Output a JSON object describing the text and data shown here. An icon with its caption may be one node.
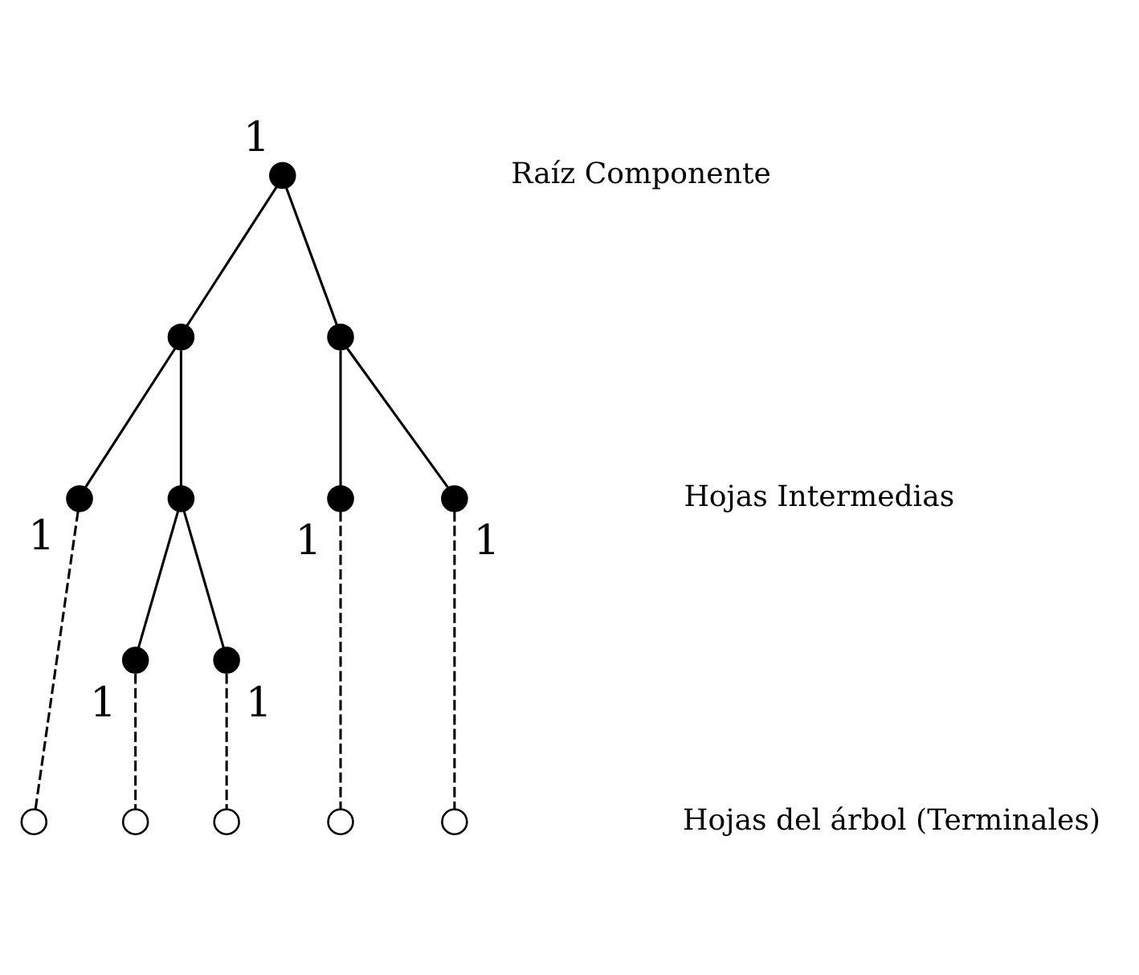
{
  "diagram": {
    "nodes": [
      {
        "text": [],
        "shape": "circle",
        "beside": [
          "1"
        ]
      },
      {
        "text": [],
        "shape": "circle"
      },
      {
        "text": [],
        "shape": "circle"
      },
      {
        "text": [],
        "shape": "circle",
        "beside": [
          "1"
        ]
      },
      {
        "text": [],
        "shape": "circle"
      },
      {
        "text": [],
        "shape": "circle",
        "beside": [
          "1"
        ]
      },
      {
        "text": [],
        "shape": "circle",
        "beside": [
          "1"
        ]
      },
      {
        "text": [],
        "shape": "circle",
        "beside": [
          "1"
        ]
      },
      {
        "text": [],
        "shape": "circle",
        "beside": [
          "1"
        ]
      },
      {
        "text": [],
        "shape": "circle"
      },
      {
        "text": [],
        "shape": "circle"
      },
      {
        "text": [],
        "shape": "circle"
      },
      {
        "text": [],
        "shape": "circle"
      },
      {
        "text": [],
        "shape": "circle"
      }
    ],
    "edges": [
      {
        "from": 0,
        "to": 1,
        "arrow": "none"
      },
      {
        "from": 0,
        "to": 2,
        "arrow": "none"
      },
      {
        "from": 1,
        "to": 3,
        "arrow": "none"
      },
      {
        "from": 1,
        "to": 4,
        "arrow": "none"
      },
      {
        "from": 2,
        "to": 5,
        "arrow": "none"
      },
      {
        "from": 2,
        "to": 6,
        "arrow": "none"
      },
      {
        "from": 4,
        "to": 7,
        "arrow": "none"
      },
      {
        "from": 4,
        "to": 8,
        "arrow": "none"
      },
      {
        "from": 3,
        "to": 9,
        "arrow": "none",
        "style": "dashed"
      },
      {
        "from": 7,
        "to": 10,
        "arrow": "none",
        "style": "dashed"
      },
      {
        "from": 8,
        "to": 11,
        "arrow": "none",
        "style": "dashed"
      },
      {
        "from": 5,
        "to": 12,
        "arrow": "none",
        "style": "dashed"
      },
      {
        "from": 6,
        "to": 13,
        "arrow": "none",
        "style": "dashed"
      }
    ],
    "labels": [
      "Raíz Componente",
      "Hojas Intermedias",
      "Hojas del árbol (Terminales)"
    ]
  }
}
